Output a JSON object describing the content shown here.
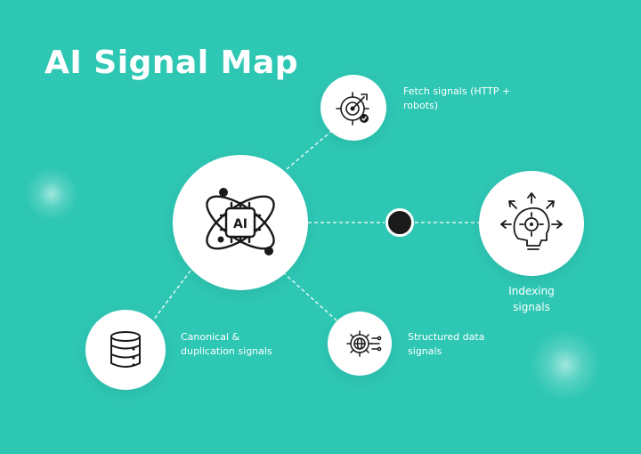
{
  "title": "AI Signal Map",
  "colors": {
    "background": "#2ec7b4",
    "node_fill": "#ffffff",
    "icon_stroke": "#1a1a1a",
    "hub_dot": "#1a1a1a"
  },
  "center_node": {
    "icon": "ai-atom-icon",
    "icon_text": "AI"
  },
  "nodes": [
    {
      "id": "fetch",
      "icon": "target-icon",
      "label": "Fetch signals (HTTP + robots)"
    },
    {
      "id": "indexing",
      "icon": "gear-head-icon",
      "label": "Indexing signals"
    },
    {
      "id": "canonical",
      "icon": "database-icon",
      "label": "Canonical & duplication signals"
    },
    {
      "id": "structured",
      "icon": "gear-globe-icon",
      "label": "Structured data signals"
    }
  ]
}
